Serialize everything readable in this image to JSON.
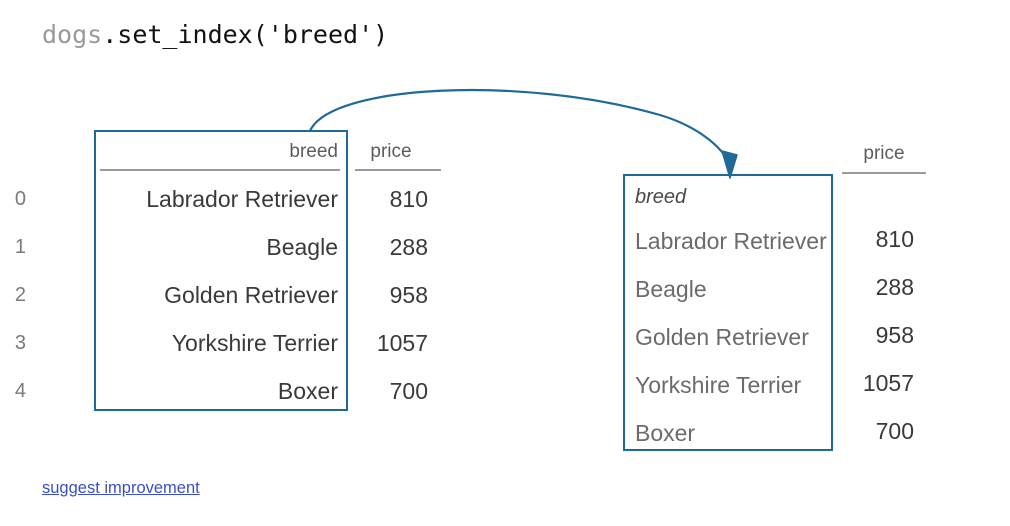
{
  "title": {
    "object": "dogs",
    "call": ".set_index('breed')"
  },
  "colors": {
    "accent_blue": "#1f6a96",
    "link_blue": "#3b4ec4",
    "muted_text": "#6b6b6b",
    "dark_text": "#3a3a3a",
    "header_gray": "#5c5c5c",
    "rule_gray": "#9a9a9a",
    "title_object_gray": "#9a9a9a"
  },
  "left_table": {
    "name": "dogs-dataframe-before",
    "index_header": "",
    "index_values": [
      "0",
      "1",
      "2",
      "3",
      "4"
    ],
    "columns": [
      "breed",
      "price"
    ],
    "rows": [
      {
        "breed": "Labrador Retriever",
        "price": "810"
      },
      {
        "breed": "Beagle",
        "price": "288"
      },
      {
        "breed": "Golden Retriever",
        "price": "958"
      },
      {
        "breed": "Yorkshire Terrier",
        "price": "1057"
      },
      {
        "breed": "Boxer",
        "price": "700"
      }
    ],
    "highlighted_column": "breed"
  },
  "right_table": {
    "name": "dogs-dataframe-after",
    "index_name": "breed",
    "columns": [
      "price"
    ],
    "rows": [
      {
        "breed": "Labrador Retriever",
        "price": "810"
      },
      {
        "breed": "Beagle",
        "price": "288"
      },
      {
        "breed": "Golden Retriever",
        "price": "958"
      },
      {
        "breed": "Yorkshire Terrier",
        "price": "1057"
      },
      {
        "breed": "Boxer",
        "price": "700"
      }
    ],
    "highlighted_column": "breed-index"
  },
  "arrow": {
    "label": "breed-column-becomes-index",
    "from": "left-table-breed-column",
    "to": "right-table-index-column"
  },
  "footer": {
    "suggest_link": "suggest improvement"
  }
}
